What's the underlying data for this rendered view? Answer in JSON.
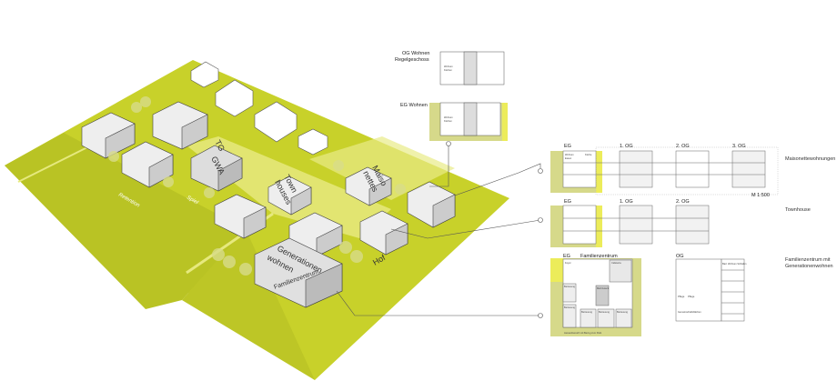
{
  "site": {
    "labels": {
      "gwa": "GWA",
      "tg": "TG",
      "townhouses_1": "Town",
      "townhouses_2": "houses",
      "maisonettes_1": "Maiso",
      "maisonettes_2": "nettes",
      "generationen_1": "Generationen",
      "generationen_2": "wohnen",
      "familienzentrum": "Familienzentrum",
      "hof": "Hof",
      "spiel": "Spiel",
      "retention": "Retention"
    }
  },
  "plans": {
    "wohnen": {
      "og_title_1": "OG Wohnen",
      "og_title_2": "Regelgeschoss",
      "eg_title": "EG  Wohnen",
      "room_wohnen": "Wohnen",
      "room_kuechen": "Küchen"
    },
    "maisonette": {
      "floors": [
        "EG",
        "1. OG",
        "2. OG",
        "3. OG"
      ],
      "title": "Maisonettewohnungen",
      "room_wohnen": "Wohnen",
      "room_essen": "Essen",
      "room_kueche": "Küche"
    },
    "scale": "M 1:500",
    "townhouse": {
      "floors": [
        "EG",
        "1. OG",
        "2. OG"
      ],
      "title": "Townhouse"
    },
    "familienzentrum": {
      "eg_label": "EG",
      "eg_title": "Familienzentrum",
      "og_label": "OG",
      "title_1": "Familienzentrum mit",
      "title_2": "Generationenwohnen",
      "rooms": {
        "foyer": "Foyer",
        "cafeteria": "Cafeteria",
        "mehrzweck": "Mehrzweck",
        "betreuung": "Betreuung",
        "aussen": "Aussenbereich mit Bezug zum Park",
        "pflege": "Pflege",
        "gemeinschaft": "Gemeinschaftsflächen",
        "bad": "Bad",
        "wohnen_schlafen": "Wohnen Schlafen"
      }
    }
  },
  "colors": {
    "site": "#c9d22c",
    "site_light": "#e4e87a",
    "plan_yellow": "#ecec5a",
    "plan_olive": "#d6d98a"
  }
}
